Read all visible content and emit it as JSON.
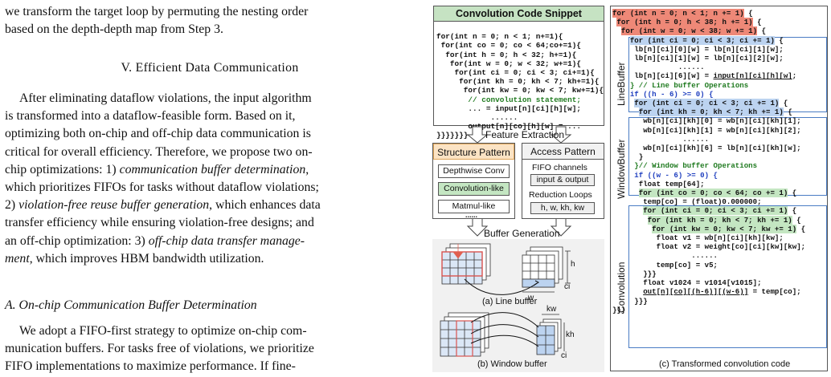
{
  "text": {
    "p1_l1": "we transform the target loop by permuting the nesting order",
    "p1_l2": "based on the depth-depth map from Step 3.",
    "section": "V. Efficient Data Communication",
    "p2_l1": "After eliminating dataflow violations, the input algorithm",
    "p2_l2": "is transformed into a dataflow-feasible form. Based on it,",
    "p2_l3": "optimizing both on-chip and off-chip data communication is",
    "p2_l4": "critical for overall efficiency. Therefore, we propose two on-",
    "p2_l5_a": "chip optimizations: 1) ",
    "p2_l5_i": "communication buffer determination",
    "p2_l5_b": ",",
    "p2_l6": "which prioritizes FIFOs for tasks without dataflow violations;",
    "p2_l7_a": "2) ",
    "p2_l7_i": "violation-free reuse buffer generation",
    "p2_l7_b": ", which enhances data",
    "p2_l8": "transfer efficiency while ensuring violation-free designs; and",
    "p2_l9_a": "an off-chip optimization: 3) ",
    "p2_l9_i": "off-chip data transfer manage-",
    "p2_l10_i": "ment",
    "p2_l10_b": ", which improves HBM bandwidth utilization.",
    "subsection": "A. On-chip Communication Buffer Determination",
    "p3_l1": "We adopt a FIFO-first strategy to optimize on-chip com-",
    "p3_l2": "munication buffers. For tasks free of violations, we prioritize",
    "p3_l3": "FIFO implementations to maximize performance. If fine-"
  },
  "figure": {
    "snippet_title": "Convolution Code Snippet",
    "snippet_lines": [
      "for(int n = 0; n < 1; n+=1){",
      " for(int co = 0; co < 64;co+=1){",
      "  for(int h = 0; h < 32; h+=1){",
      "   for(int w = 0; w < 32; w+=1){",
      "    for(int ci = 0; ci < 3; ci+=1){",
      "     for(int kh = 0; kh < 7; kh+=1){",
      "      for(int kw = 0; kw < 7; kw+=1){",
      "       // convolution statement;",
      "       ... = input[n][ci][h][w];",
      "            ......",
      "       output[n][co][h][w] = ...",
      "}}}}}}}"
    ],
    "feature_extraction": "Feature Extraction",
    "structure_pattern": "Structure Pattern",
    "depthwise_conv": "Depthwise Conv",
    "convolution_like": "Convolution-like",
    "matmul_like": "Matmul-like",
    "ellipsis": "......",
    "access_pattern": "Access Pattern",
    "fifo_channels": "FIFO channels",
    "input_output": "input & output",
    "reduction_loops": "Reduction Loops",
    "reduction_vars": "h, w, kh, kw",
    "buffer_generation": "Buffer Generation",
    "line_buffer_caption": "(a) Line buffer",
    "window_buffer_caption": "(b) Window buffer",
    "dim_h": "h",
    "dim_ci": "ci",
    "dim_w": "w",
    "dim_kw": "kw",
    "dim_kh": "kh",
    "line_buffer_label": "LineBuffer",
    "window_buffer_label": "WindowBuffer",
    "convolution_label": "Convolution",
    "transformed_caption": "(c) Transformed convolution code",
    "t_for_n": "for (int n = 0; n < 1; n += 1)",
    "t_for_h": "for (int h = 0; h < 38; h += 1)",
    "t_for_w": "for (int w = 0; w < 38; w += 1)",
    "t_brace": "{",
    "t_for_ci": "for (int ci = 0; ci < 3; ci += 1)",
    "t_lb0": "lb[n][ci][0][w] = lb[n][ci][1][w];",
    "t_lb1": "lb[n][ci][1][w] = lb[n][ci][2][w];",
    "t_dots": "......",
    "t_lb6_a": "lb[n][ci][6][w] = ",
    "t_lb6_b": "input[n][ci][h][w]",
    "t_lb6_c": ";",
    "t_lb_comment": "} // Line buffer Operations",
    "t_if_h": "if ((h - 6) >= 0) {",
    "t_for_ci2": "for (int ci = 0; ci < 3; ci += 1)",
    "t_for_kh": "for (int kh = 0; kh < 7; kh += 1)",
    "t_wb0": "wb[n][ci][kh][0] = wb[n][ci][kh][1];",
    "t_wb1": "wb[n][ci][kh][1] = wb[n][ci][kh][2];",
    "t_wb6": "wb[n][ci][kh][6] = lb[n][ci][kh][w];",
    "t_close1": "}",
    "t_wb_comment": "}// Window buffer Operations",
    "t_if_w": "if ((w - 6) >= 0) {",
    "t_temp_decl": "float temp[64];",
    "t_for_co": "for (int co = 0; co < 64; co += 1)",
    "t_temp_init": "temp[co] = (float)0.000000;",
    "t_for_ci3": "for (int ci = 0; ci < 3; ci += 1)",
    "t_for_kh2": "for (int kh = 0; kh < 7; kh += 1)",
    "t_for_kw": "for (int kw = 0; kw < 7; kw += 1)",
    "t_v1": "float v1 = wb[n][ci][kh][kw];",
    "t_v2": "float v2 = weight[co][ci][kw][kw];",
    "t_temp_v5": "temp[co] = v5;",
    "t_close3": "}}}",
    "t_v1024": "float v1024 = v1014[v1015];",
    "t_out_a": "out[n][co][(h-6)][(w-6)]",
    "t_out_b": " = temp[co];",
    "t_close_a": "}}}",
    "t_close_b": "}}}"
  }
}
